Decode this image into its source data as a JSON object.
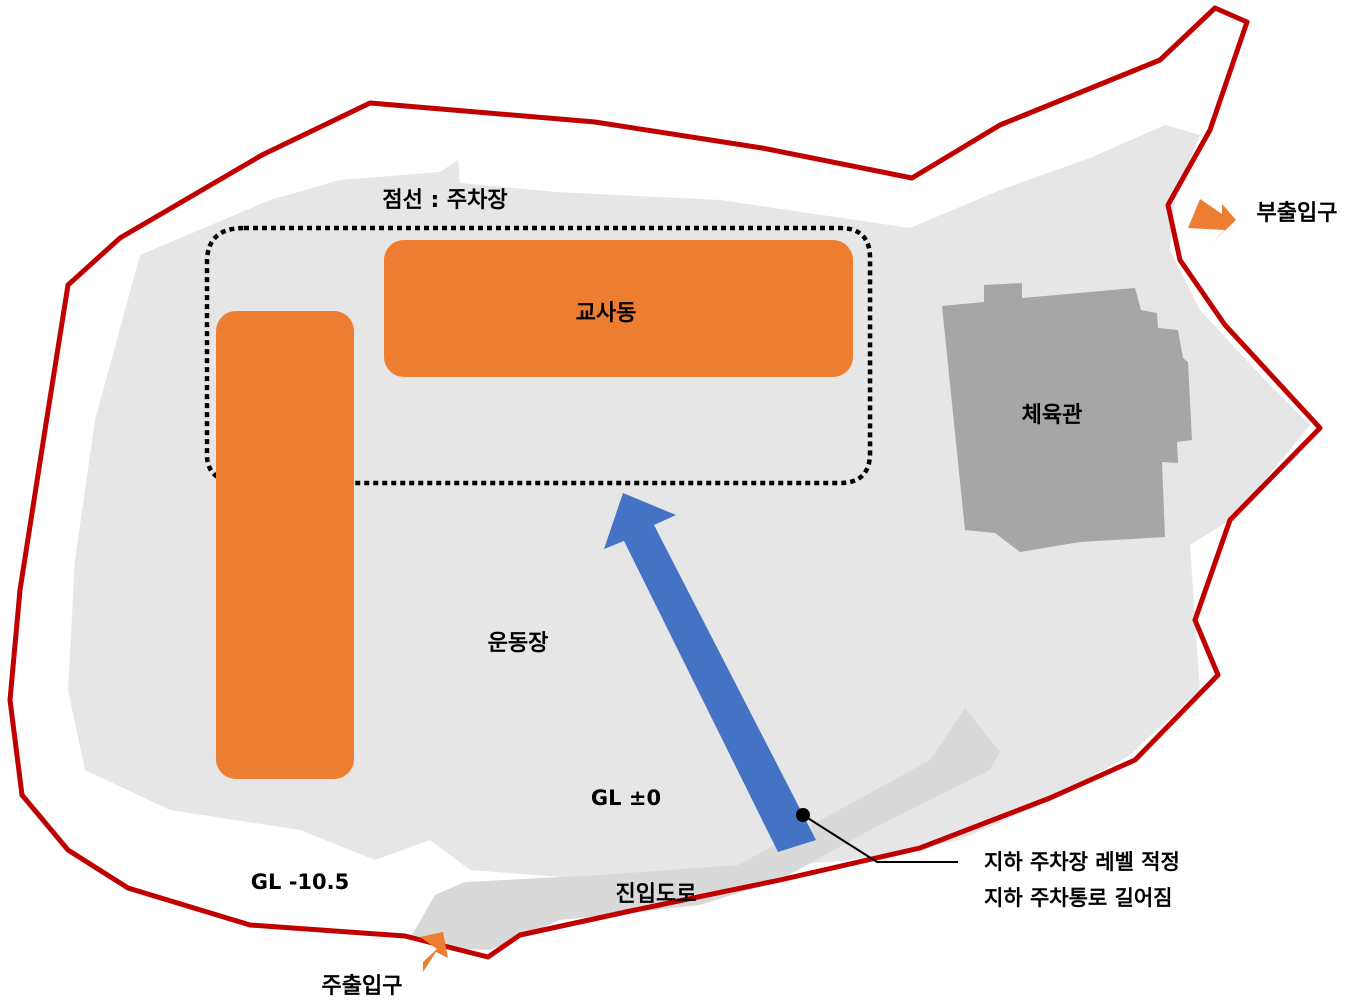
{
  "labels": {
    "parking_legend": "점선 : 주차장",
    "school_building": "교사동",
    "gymnasium": "체육관",
    "playground": "운동장",
    "gl_zero": "GL ±0",
    "gl_minus": "GL -10.5",
    "access_road": "진입도로",
    "main_entrance": "주출입구",
    "sub_entrance": "부출입구",
    "note_line1": "지하 주차장 레벨 적정",
    "note_line2": "지하 주차통로 길어짐"
  },
  "colors": {
    "boundary": "#c00000",
    "site_fill": "#e6e6e6",
    "road_fill": "#d9d9d9",
    "building_orange": "#ed7d31",
    "gym_gray": "#a6a6a6",
    "arrow_blue": "#4472c4",
    "entrance_arrow": "#ed7d31"
  }
}
